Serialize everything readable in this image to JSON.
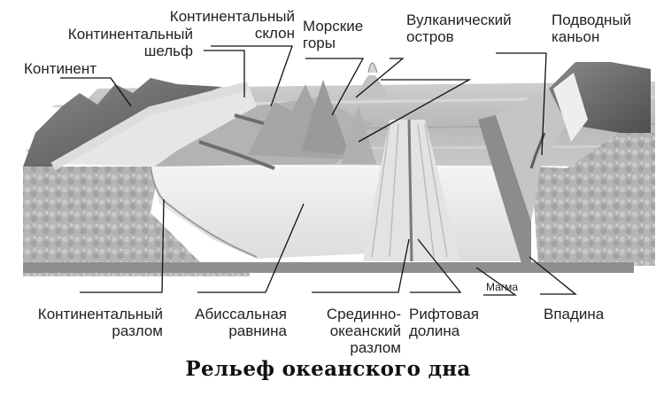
{
  "diagram": {
    "title": "Рельеф океанского дна",
    "colors": {
      "background": "#ffffff",
      "ink": "#1a1a1a",
      "water_surface": "#bdbdbd",
      "sea_floor_light": "#eeeeee",
      "rock": "#a8a8a8",
      "mountains": "#6f6f6f"
    },
    "labels": {
      "continent": "Континент",
      "continental_shelf": [
        "Континентальный",
        "шельф"
      ],
      "continental_slope": [
        "Континентальный",
        "склон"
      ],
      "seamounts": [
        "Морские",
        "горы"
      ],
      "volcanic_island": [
        "Вулканический",
        "остров"
      ],
      "submarine_canyon": [
        "Подводный",
        "каньон"
      ],
      "continental_rise": [
        "Континентальный",
        "разлом"
      ],
      "abyssal_plain": [
        "Абиссальная",
        "равнина"
      ],
      "mid_ocean_ridge": [
        "Срединно-",
        "океанский",
        "разлом"
      ],
      "rift_valley": [
        "Рифтовая",
        "долина"
      ],
      "magma": "Магма",
      "trench": "Впадина"
    }
  }
}
